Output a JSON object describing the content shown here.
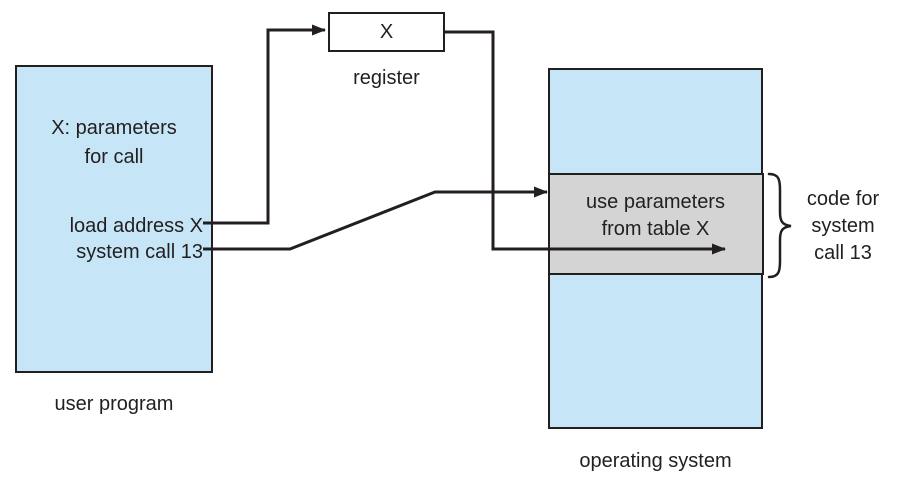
{
  "colors": {
    "bg": "#ffffff",
    "box_blue": "#c6e6f7",
    "box_gray": "#d4d4d4",
    "line": "#231f20"
  },
  "user_program": {
    "params_note": "X: parameters\nfor call",
    "load_line": "load address X",
    "syscall_line": "system call 13",
    "label": "user program"
  },
  "register": {
    "value": "X",
    "label": "register"
  },
  "operating_system": {
    "gray_note": "use parameters\nfrom table X",
    "label": "operating system"
  },
  "brace_note": "code for\nsystem\ncall 13"
}
